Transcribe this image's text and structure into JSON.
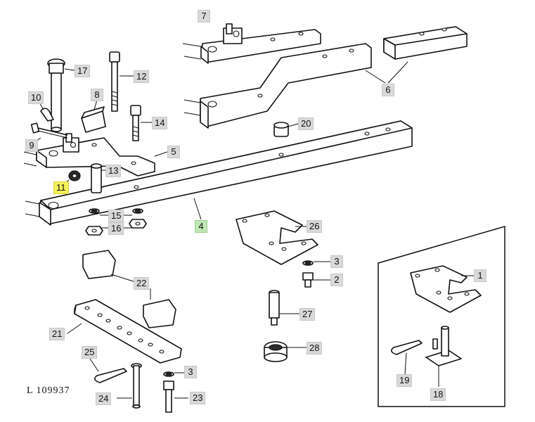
{
  "drawing_code": "L 109937",
  "callouts": [
    {
      "id": "c1",
      "text": "1"
    },
    {
      "id": "c2",
      "text": "2"
    },
    {
      "id": "c3a",
      "text": "3"
    },
    {
      "id": "c3b",
      "text": "3"
    },
    {
      "id": "c4",
      "text": "4"
    },
    {
      "id": "c5",
      "text": "5"
    },
    {
      "id": "c6",
      "text": "6"
    },
    {
      "id": "c7",
      "text": "7"
    },
    {
      "id": "c8",
      "text": "8"
    },
    {
      "id": "c9",
      "text": "9"
    },
    {
      "id": "c10",
      "text": "10"
    },
    {
      "id": "c11",
      "text": "11"
    },
    {
      "id": "c12",
      "text": "12"
    },
    {
      "id": "c13",
      "text": "13"
    },
    {
      "id": "c14",
      "text": "14"
    },
    {
      "id": "c15",
      "text": "15"
    },
    {
      "id": "c16",
      "text": "16"
    },
    {
      "id": "c17",
      "text": "17"
    },
    {
      "id": "c18",
      "text": "18"
    },
    {
      "id": "c19",
      "text": "19"
    },
    {
      "id": "c20",
      "text": "20"
    },
    {
      "id": "c21",
      "text": "21"
    },
    {
      "id": "c22",
      "text": "22"
    },
    {
      "id": "c23",
      "text": "23"
    },
    {
      "id": "c24",
      "text": "24"
    },
    {
      "id": "c25",
      "text": "25"
    },
    {
      "id": "c26",
      "text": "26"
    },
    {
      "id": "c27",
      "text": "27"
    },
    {
      "id": "c28",
      "text": "28"
    }
  ],
  "highlight_colors": {
    "yellow": "#f4f25a",
    "green": "#bfe6b4",
    "label_bg": "#d9d9d9"
  }
}
